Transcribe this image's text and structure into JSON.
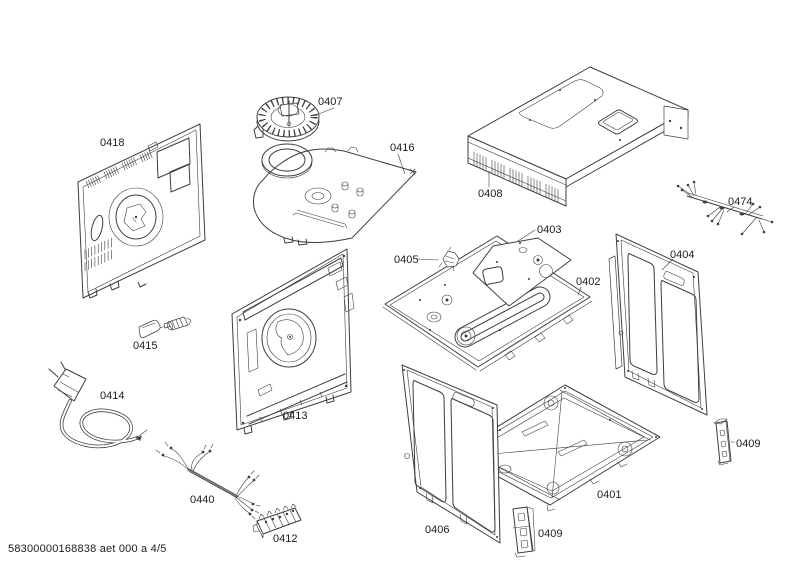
{
  "diagram": {
    "footer": "58300000168838 aet 000 a 4/5",
    "background": "#ffffff",
    "line_color": "#3e3e3e",
    "text_color": "#1c1c1c",
    "labels": [
      {
        "id": "0418",
        "text": "0418"
      },
      {
        "id": "0407",
        "text": "0407"
      },
      {
        "id": "0416",
        "text": "0416"
      },
      {
        "id": "0408",
        "text": "0408"
      },
      {
        "id": "0403",
        "text": "0403"
      },
      {
        "id": "0405",
        "text": "0405"
      },
      {
        "id": "0402",
        "text": "0402"
      },
      {
        "id": "0404",
        "text": "0404"
      },
      {
        "id": "0474",
        "text": "0474"
      },
      {
        "id": "0415",
        "text": "0415"
      },
      {
        "id": "0414",
        "text": "0414"
      },
      {
        "id": "0413",
        "text": "0413"
      },
      {
        "id": "0440",
        "text": "0440"
      },
      {
        "id": "0412",
        "text": "0412"
      },
      {
        "id": "0406",
        "text": "0406"
      },
      {
        "id": "0401",
        "text": "0401"
      },
      {
        "id": "0409-right",
        "text": "0409"
      },
      {
        "id": "0409-bottom",
        "text": "0409"
      }
    ]
  }
}
